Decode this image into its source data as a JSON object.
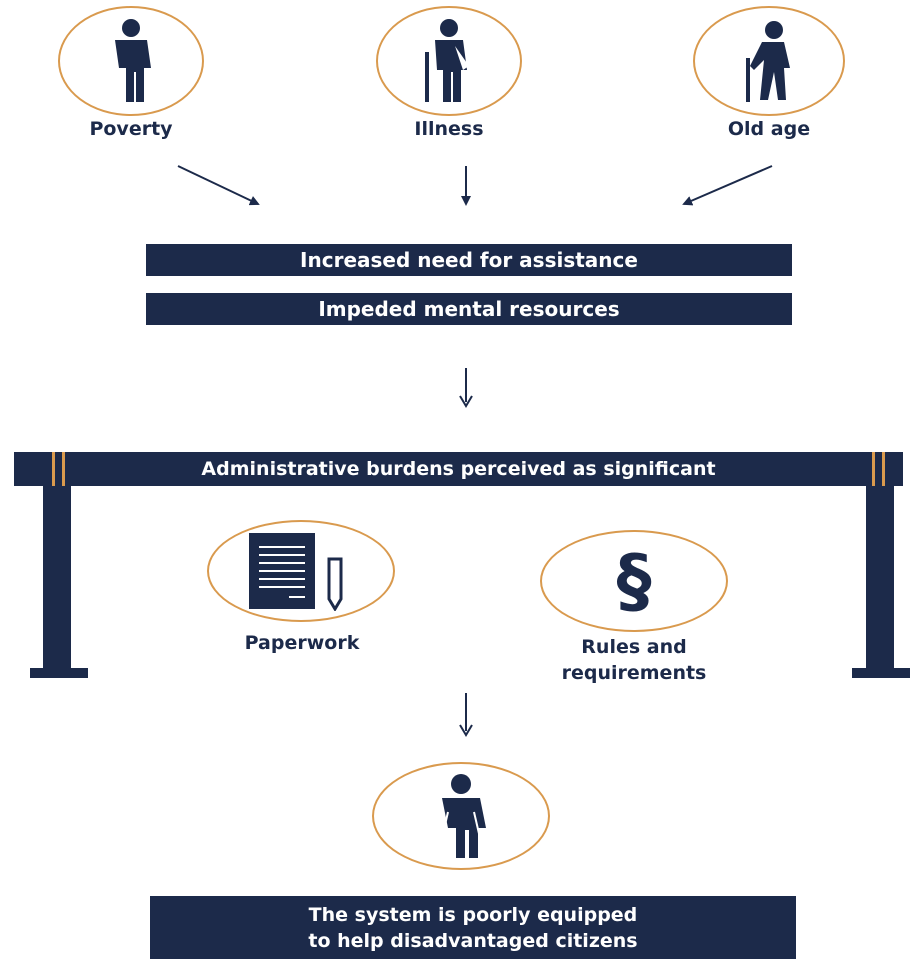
{
  "causes": [
    {
      "label": "Poverty",
      "icon": "standing-person-icon"
    },
    {
      "label": "Illness",
      "icon": "injured-person-icon"
    },
    {
      "label": "Old age",
      "icon": "elderly-person-icon"
    }
  ],
  "effects": {
    "need": "Increased need for assistance",
    "mental": "Impeded mental resources"
  },
  "barrier": {
    "title": "Administrative burdens perceived as significant",
    "items": [
      {
        "label": "Paperwork",
        "icon": "document-pen-icon"
      },
      {
        "label": "Rules and\nrequirements",
        "icon": "section-sign-icon"
      }
    ]
  },
  "outcome": {
    "icon": "sad-person-icon",
    "text": "The system is poorly equipped\nto help disadvantaged citizens"
  },
  "colors": {
    "navy": "#1c2a4a",
    "accent": "#d99a4e"
  }
}
